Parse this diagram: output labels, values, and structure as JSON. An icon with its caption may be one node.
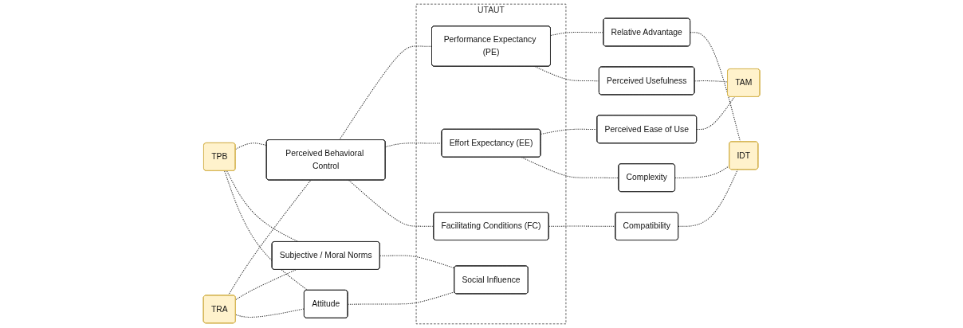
{
  "diagram": {
    "nodes": [
      {
        "text": [
          "TPB"
        ]
      },
      {
        "text": [
          "TRA"
        ]
      },
      {
        "text": [
          "Perceived Behavioral Control"
        ]
      },
      {
        "text": [
          "Subjective / Moral Norms"
        ]
      },
      {
        "text": [
          "Attitude"
        ]
      },
      {
        "text": [
          "UTAUT"
        ]
      },
      {
        "text": [
          "Performance Expectancy (PE)"
        ],
        "in": 5
      },
      {
        "text": [
          "Effort Expectancy (EE)"
        ],
        "in": 5
      },
      {
        "text": [
          "Social Influence"
        ],
        "in": 5
      },
      {
        "text": [
          "Facilitating Conditions (FC)"
        ],
        "in": 5
      },
      {
        "text": [
          "Relative Advantage"
        ]
      },
      {
        "text": [
          "Perceived Usefulness"
        ]
      },
      {
        "text": [
          "Perceived Ease of Use"
        ]
      },
      {
        "text": [
          "Complexity"
        ]
      },
      {
        "text": [
          "Compatibility"
        ]
      },
      {
        "text": [
          "TAM"
        ]
      },
      {
        "text": [
          "IDT"
        ]
      }
    ],
    "edges": [
      {
        "from": 0,
        "to": 2,
        "arrow": "none",
        "style": "dashed"
      },
      {
        "from": 0,
        "to": 3,
        "arrow": "none",
        "style": "dashed"
      },
      {
        "from": 0,
        "to": 4,
        "arrow": "none",
        "style": "dashed"
      },
      {
        "from": 1,
        "to": 2,
        "arrow": "none",
        "style": "dashed"
      },
      {
        "from": 1,
        "to": 3,
        "arrow": "none",
        "style": "dashed"
      },
      {
        "from": 1,
        "to": 4,
        "arrow": "none",
        "style": "dashed"
      },
      {
        "from": 2,
        "to": 6,
        "arrow": "none",
        "style": "dashed"
      },
      {
        "from": 2,
        "to": 7,
        "arrow": "none",
        "style": "dashed"
      },
      {
        "from": 2,
        "to": 9,
        "arrow": "none",
        "style": "dashed"
      },
      {
        "from": 3,
        "to": 8,
        "arrow": "none",
        "style": "dashed"
      },
      {
        "from": 4,
        "to": 8,
        "arrow": "none",
        "style": "dashed"
      },
      {
        "from": 6,
        "to": 10,
        "arrow": "none",
        "style": "dashed"
      },
      {
        "from": 6,
        "to": 11,
        "arrow": "none",
        "style": "dashed"
      },
      {
        "from": 7,
        "to": 12,
        "arrow": "none",
        "style": "dashed"
      },
      {
        "from": 7,
        "to": 13,
        "arrow": "none",
        "style": "dashed"
      },
      {
        "from": 9,
        "to": 14,
        "arrow": "none",
        "style": "dashed"
      },
      {
        "from": 10,
        "to": 16,
        "arrow": "none",
        "style": "dashed"
      },
      {
        "from": 11,
        "to": 15,
        "arrow": "none",
        "style": "dashed"
      },
      {
        "from": 12,
        "to": 15,
        "arrow": "none",
        "style": "dashed"
      },
      {
        "from": 13,
        "to": 16,
        "arrow": "none",
        "style": "dashed"
      },
      {
        "from": 14,
        "to": 16,
        "arrow": "none",
        "style": "dashed"
      }
    ]
  }
}
